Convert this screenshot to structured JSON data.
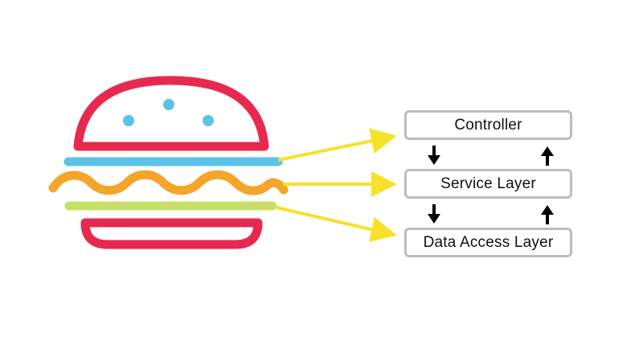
{
  "diagram": {
    "layers": [
      {
        "id": "controller",
        "label": "Controller"
      },
      {
        "id": "service",
        "label": "Service Layer"
      },
      {
        "id": "data-access",
        "label": "Data Access Layer"
      }
    ]
  },
  "colors": {
    "bun": "#e8294f",
    "seeds": "#5bc3e8",
    "top_filling": "#5bc3e8",
    "cheese_wave": "#f4a52a",
    "lettuce": "#c8e06a",
    "connector_arrows": "#f7e12a",
    "flow_arrows": "#000000",
    "box_border": "#bdbdbd"
  }
}
